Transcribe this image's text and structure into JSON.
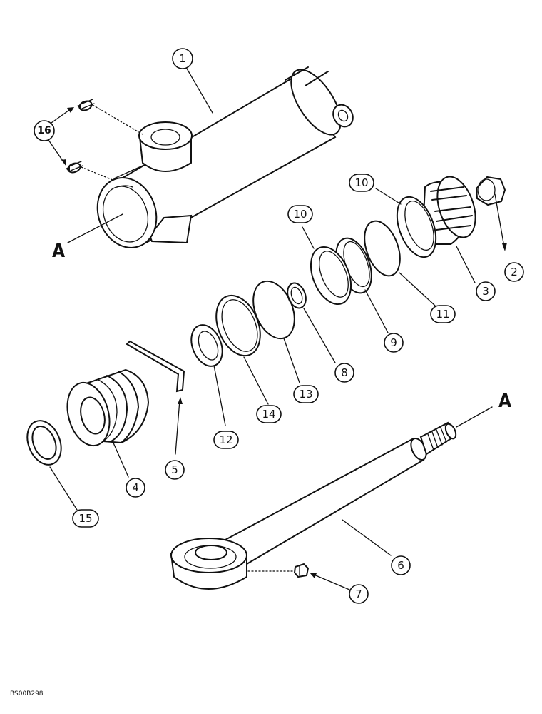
{
  "figure_code": "BS00B298",
  "reference_letters": {
    "top": "A",
    "bottom": "A"
  },
  "callouts": {
    "c1": "1",
    "c2": "2",
    "c3": "3",
    "c4": "4",
    "c5": "5",
    "c6": "6",
    "c7": "7",
    "c8": "8",
    "c9": "9",
    "c10a": "10",
    "c10b": "10",
    "c11": "11",
    "c12": "12",
    "c13": "13",
    "c14": "14",
    "c15": "15",
    "c16": "16"
  }
}
